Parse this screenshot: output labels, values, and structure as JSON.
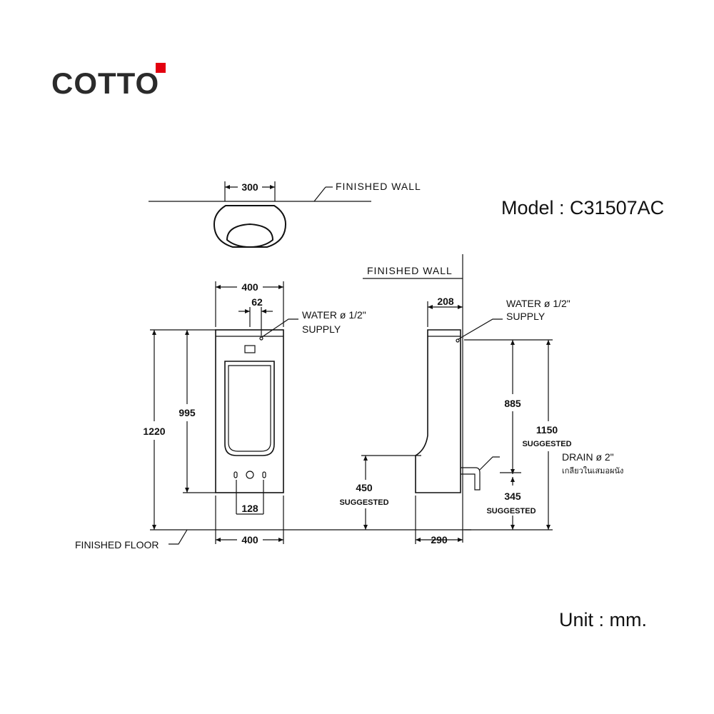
{
  "brand": {
    "name": "COTTO",
    "accent_color": "#e3000f"
  },
  "model_label": "Model : C31507AC",
  "unit_label": "Unit : mm.",
  "top_view": {
    "width_dim": "300",
    "wall_label": "FINISHED WALL"
  },
  "front_view": {
    "top_width_dim": "400",
    "offset_dim": "62",
    "supply_label_1": "WATER ø 1/2\"",
    "supply_label_2": "SUPPLY",
    "height_total_dim": "1220",
    "height_body_dim": "995",
    "sensor_spacing_dim": "128",
    "bottom_width_dim": "400",
    "floor_label": "FINISHED FLOOR"
  },
  "side_view": {
    "wall_label": "FINISHED WALL",
    "depth_top_dim": "208",
    "supply_label_1": "WATER ø 1/2\"",
    "supply_label_2": "SUPPLY",
    "supply_drop_dim": "885",
    "supply_height_dim": "1150",
    "supply_height_note": "SUGGESTED",
    "drain_label": "DRAIN ø 2\"",
    "drain_note": "เกลียวในเสมอผนัง",
    "drain_height_dim": "345",
    "drain_height_note": "SUGGESTED",
    "rim_height_dim": "450",
    "rim_height_note": "SUGGESTED",
    "depth_bottom_dim": "290"
  }
}
